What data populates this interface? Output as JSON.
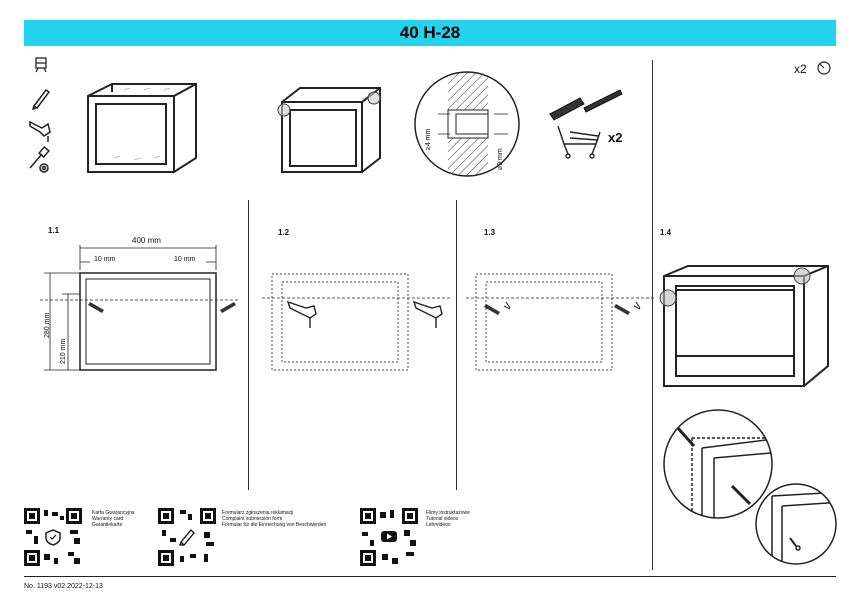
{
  "header": {
    "title": "40 H-28"
  },
  "top": {
    "multiplier": "x2",
    "kit_count": "x2"
  },
  "dimensions": {
    "anchor_depth": "≥4 mm",
    "drill_diameter": "⌀9 mm",
    "width": "400 mm",
    "margin_left": "10 mm",
    "margin_right": "10 mm",
    "height_outer": "280 mm",
    "height_inner": "210 mm"
  },
  "steps": {
    "s1": "1.1",
    "s2": "1.2",
    "s3": "1.3",
    "s4": "1.4"
  },
  "qr": [
    {
      "lines": [
        "Karta Gwarancyjna",
        "Warranty card",
        "Garantiekarte"
      ]
    },
    {
      "lines": [
        "Formularz zgłoszenia reklamacji",
        "Complaint submission form",
        "Formular für die Einreichung von Beschwerden"
      ]
    },
    {
      "lines": [
        "Filmy instruktażowe",
        "Tutorial videos",
        "Lehrvideos"
      ]
    }
  ],
  "footer": {
    "doc": "No. 1193 v02 2022-12-13"
  }
}
